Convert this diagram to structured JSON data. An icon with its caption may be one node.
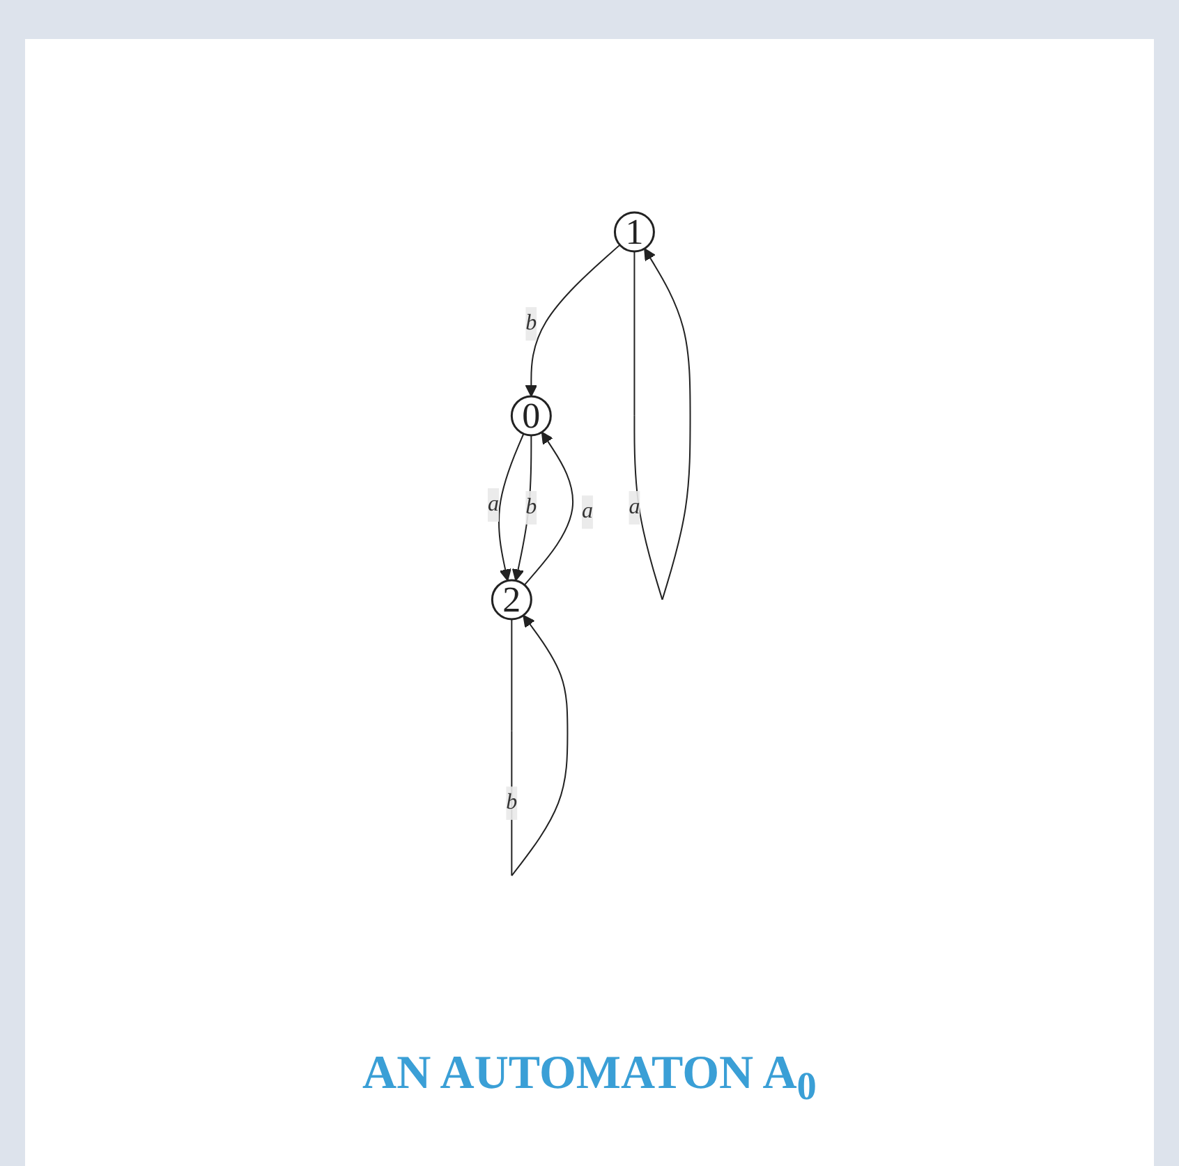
{
  "diagram": {
    "title": "AN AUTOMATON A$_{0}$",
    "nodes": [
      {
        "text": [
          "0"
        ]
      },
      {
        "text": [
          "1"
        ]
      },
      {
        "text": [
          "2"
        ]
      }
    ],
    "edges": [
      {
        "from": 2,
        "to": 0,
        "arrow": "to",
        "label": "a"
      },
      {
        "from": 0,
        "to": 2,
        "arrow": "to",
        "label": "a"
      },
      {
        "from": 0,
        "to": 2,
        "arrow": "to",
        "label": "b"
      },
      {
        "from": 2,
        "to": 2,
        "arrow": "to",
        "label": "b"
      },
      {
        "from": 1,
        "to": 0,
        "arrow": "to",
        "label": "b"
      },
      {
        "from": 1,
        "to": 1,
        "arrow": "to",
        "label": "a"
      }
    ]
  }
}
